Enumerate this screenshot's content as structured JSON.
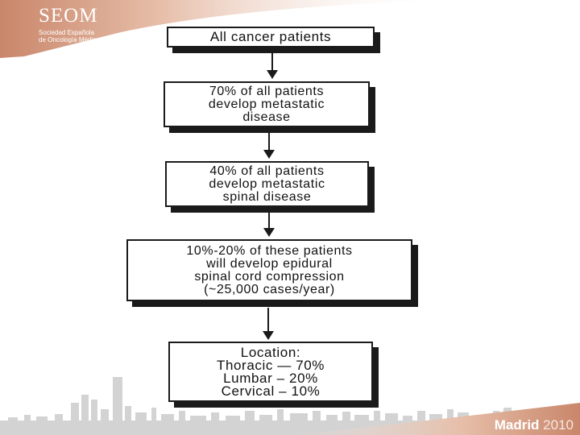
{
  "logo": {
    "name": "SEOM",
    "subtitle_line1": "Sociedad Española",
    "subtitle_line2": "de Oncología Médica"
  },
  "colors": {
    "brand_gradient_start": "#c9866a",
    "brand_gradient_end": "#f3e2d8",
    "skyline": "#d3d3d3",
    "box_border": "#1a1a1a"
  },
  "flowchart": {
    "boxes": [
      {
        "lines": [
          "All cancer patients"
        ]
      },
      {
        "lines": [
          "70% of all patients",
          "develop metastatic",
          "disease"
        ]
      },
      {
        "lines": [
          "40% of all patients",
          "develop metastatic",
          "spinal disease"
        ]
      },
      {
        "lines": [
          "10%-20% of these patients",
          "will develop epidural",
          "spinal cord compression",
          "(~25,000 cases/year)"
        ]
      },
      {
        "lines": [
          "Location:",
          "Thoracic — 70%",
          "Lumbar – 20%",
          "Cervical – 10%"
        ]
      }
    ]
  },
  "footer": {
    "city": "Madrid",
    "year": "2010"
  }
}
